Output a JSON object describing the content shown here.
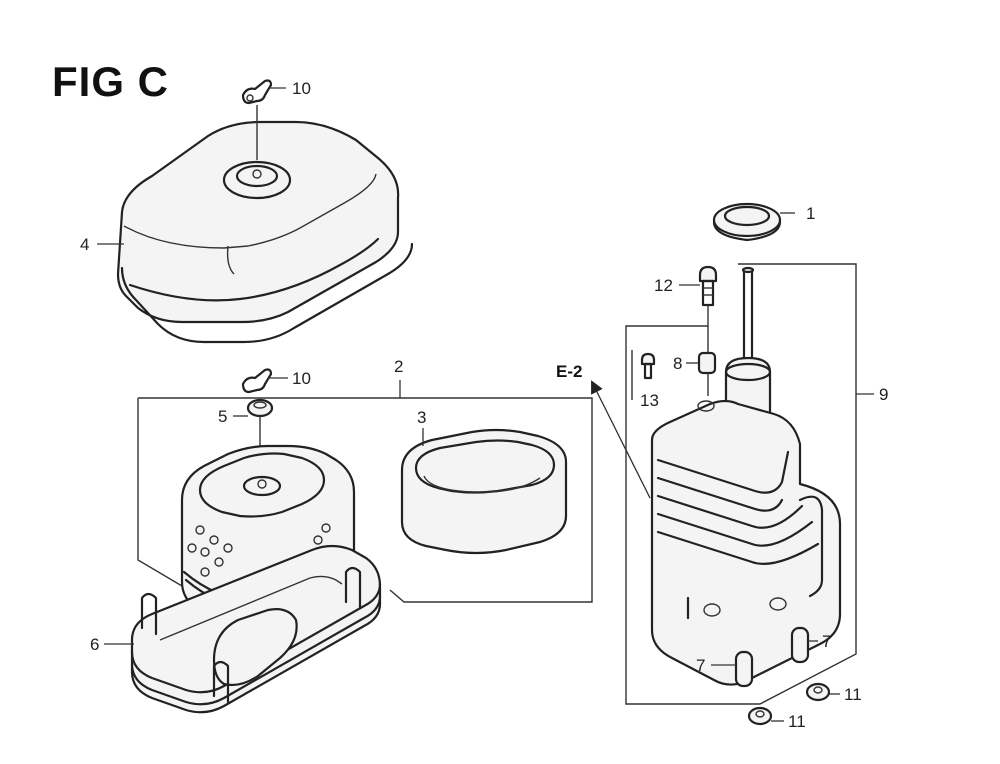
{
  "figure": {
    "title": "FIG C"
  },
  "callouts": {
    "c1": "1",
    "c2": "2",
    "c3": "3",
    "c4": "4",
    "c5": "5",
    "c6": "6",
    "c7a": "7",
    "c7b": "7",
    "c8": "8",
    "c9": "9",
    "c10a": "10",
    "c10b": "10",
    "c11a": "11",
    "c11b": "11",
    "c12": "12",
    "c13": "13"
  },
  "reference": {
    "label": "E-2"
  }
}
